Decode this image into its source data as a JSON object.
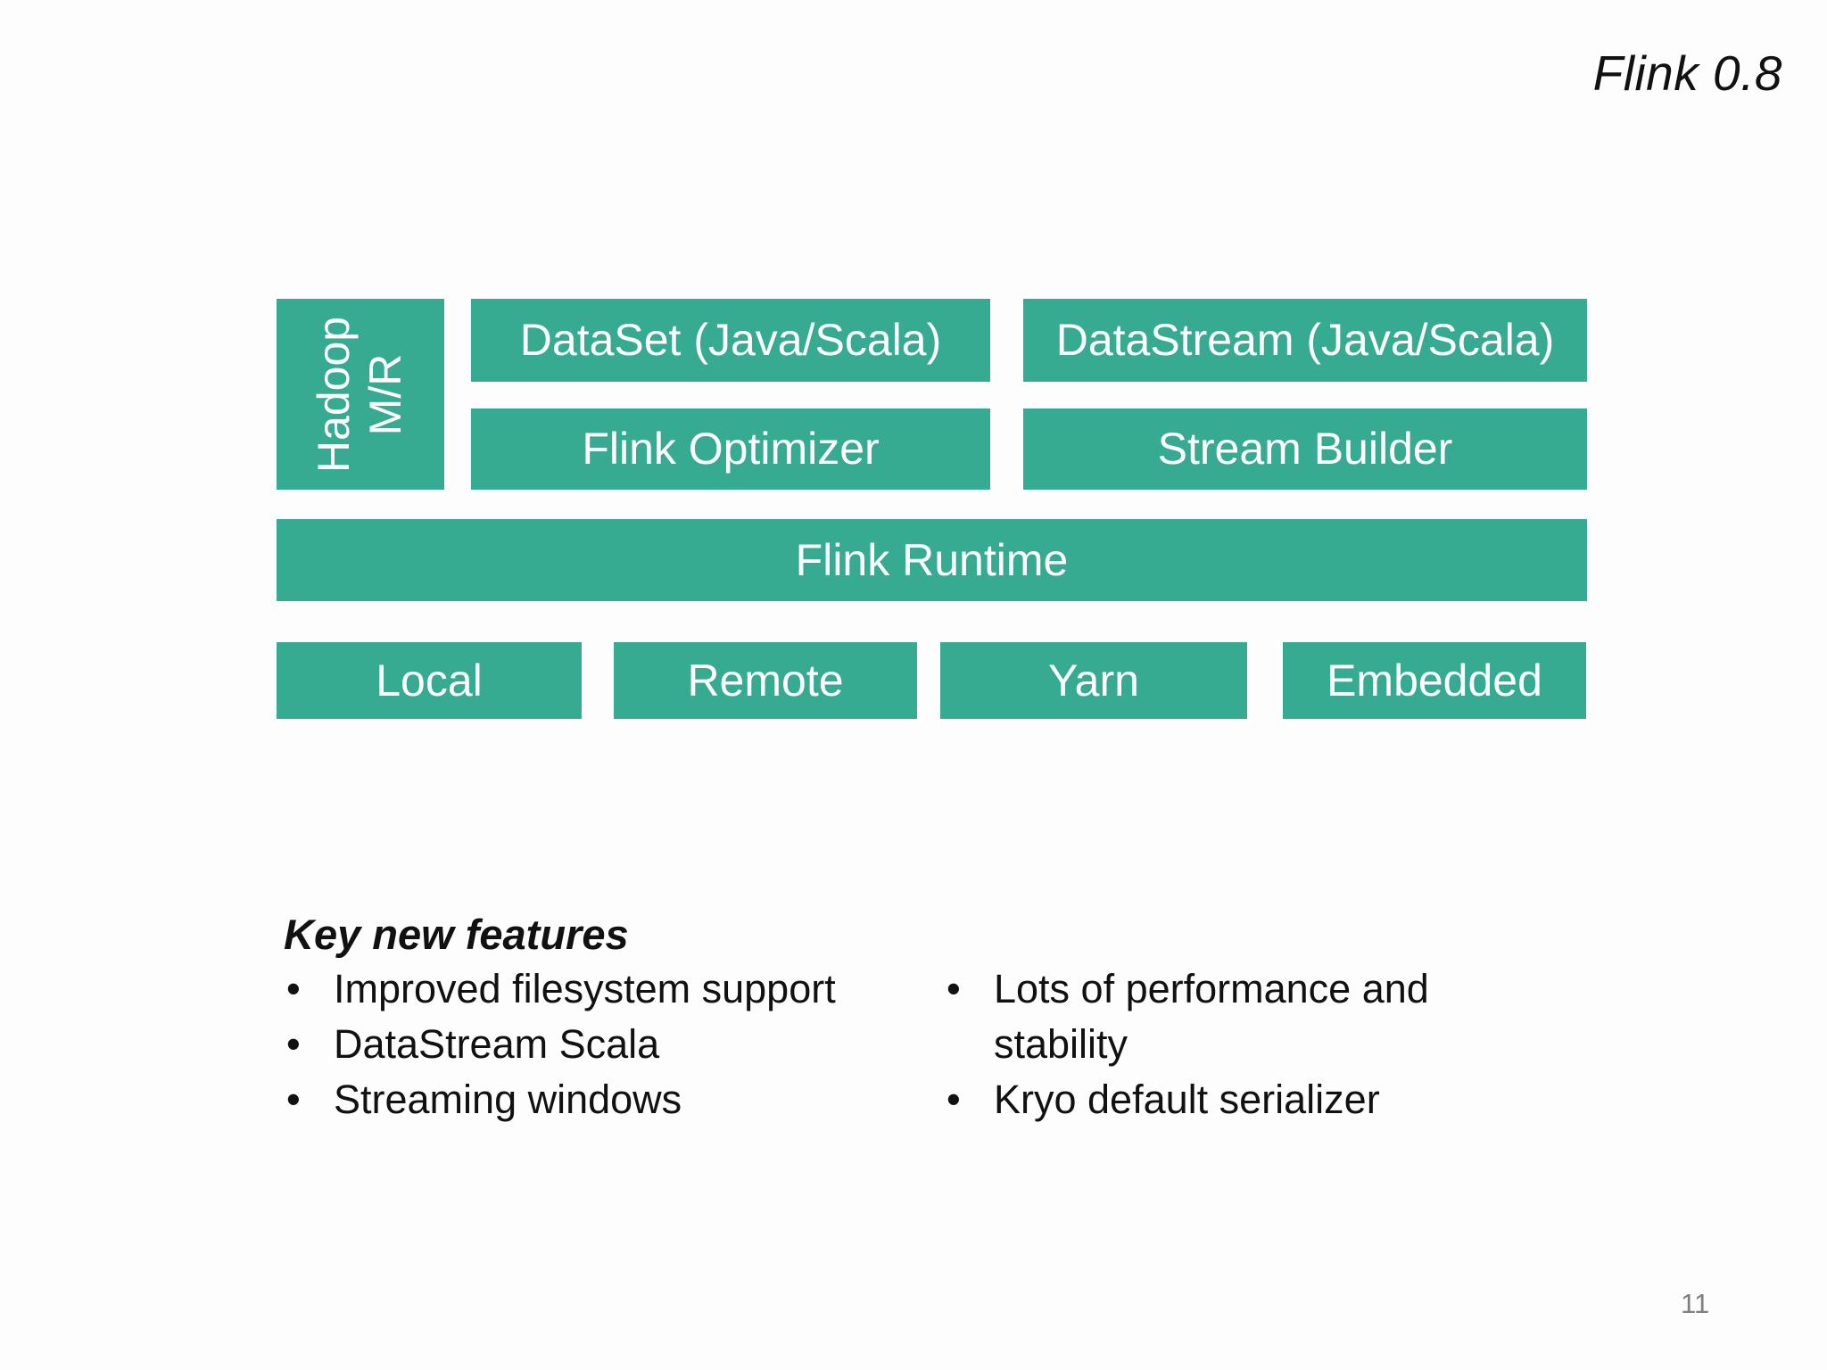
{
  "slide": {
    "title": "Flink 0.8",
    "page_number": "11",
    "accent_color": "#36AB92",
    "background_color": "#fdfdfd"
  },
  "diagram": {
    "hadoop_line1": "Hadoop",
    "hadoop_line2": "M/R",
    "dataset": "DataSet (Java/Scala)",
    "datastream": "DataStream (Java/Scala)",
    "optimizer": "Flink Optimizer",
    "stream_builder": "Stream Builder",
    "runtime": "Flink Runtime",
    "local": "Local",
    "remote": "Remote",
    "yarn": "Yarn",
    "embedded": "Embedded"
  },
  "features": {
    "heading": "Key new features",
    "bullet_char": "•",
    "left_items": [
      "Improved filesystem support",
      "DataStream Scala",
      "Streaming windows"
    ],
    "right_items": [
      "Lots of performance and stability",
      "Kryo default serializer"
    ]
  }
}
